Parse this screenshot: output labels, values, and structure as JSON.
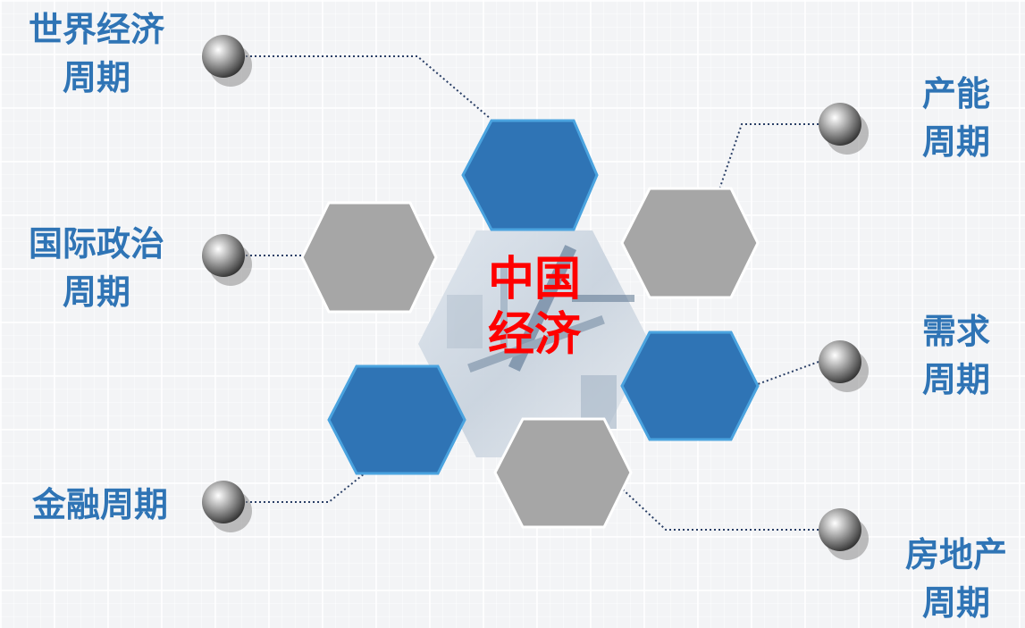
{
  "center": {
    "line1": "中国",
    "line2": "经济"
  },
  "cycles": [
    {
      "line1": "世界经济",
      "line2": "周期"
    },
    {
      "line1": "国际政治",
      "line2": "周期"
    },
    {
      "line1": "金融周期",
      "line2": ""
    },
    {
      "line1": "产能",
      "line2": "周期"
    },
    {
      "line1": "需求",
      "line2": "周期"
    },
    {
      "line1": "房地产",
      "line2": "周期"
    }
  ],
  "colors": {
    "hex_blue": "#2f74b5",
    "hex_gray": "#a6a6a6",
    "label_blue": "#2f74b5",
    "center_red": "#ff0000",
    "connector": "#2a3f66"
  }
}
